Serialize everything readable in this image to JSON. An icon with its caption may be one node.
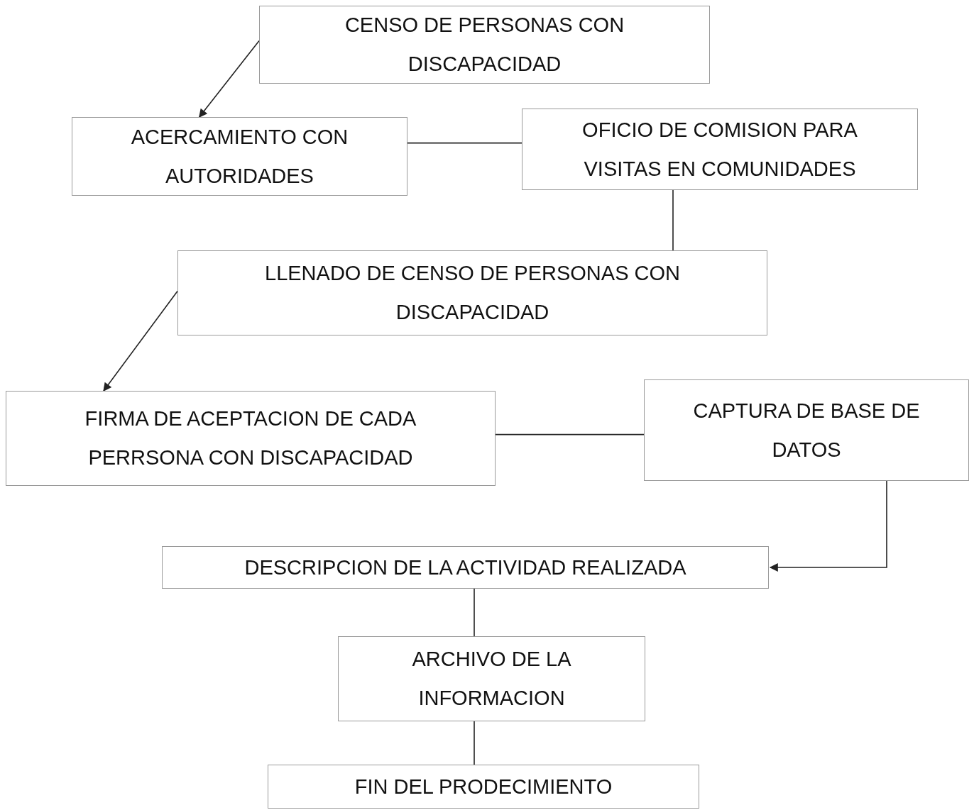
{
  "diagram": {
    "nodes": [
      {
        "text": [
          "CENSO DE PERSONAS CON DISCAPACIDAD"
        ]
      },
      {
        "text": [
          "ACERCAMIENTO CON AUTORIDADES"
        ]
      },
      {
        "text": [
          "OFICIO DE COMISION PARA VISITAS EN COMUNIDADES"
        ]
      },
      {
        "text": [
          "LLENADO DE CENSO DE PERSONAS CON DISCAPACIDAD"
        ]
      },
      {
        "text": [
          "FIRMA DE ACEPTACION DE CADA PERRSONA CON DISCAPACIDAD"
        ]
      },
      {
        "text": [
          "CAPTURA DE BASE DE DATOS"
        ]
      },
      {
        "text": [
          "DESCRIPCION DE LA ACTIVIDAD REALIZADA"
        ]
      },
      {
        "text": [
          "ARCHIVO DE LA INFORMACION"
        ]
      },
      {
        "text": [
          "FIN DEL PRODECIMIENTO"
        ]
      }
    ],
    "edges": [
      {
        "from": 0,
        "to": 1,
        "arrow": "to"
      },
      {
        "from": 1,
        "to": 2,
        "arrow": "none"
      },
      {
        "from": 2,
        "to": 3,
        "arrow": "none"
      },
      {
        "from": 3,
        "to": 4,
        "arrow": "to"
      },
      {
        "from": 4,
        "to": 5,
        "arrow": "none"
      },
      {
        "from": 5,
        "to": 6,
        "arrow": "to"
      },
      {
        "from": 6,
        "to": 7,
        "arrow": "none"
      },
      {
        "from": 7,
        "to": 8,
        "arrow": "none"
      }
    ]
  }
}
